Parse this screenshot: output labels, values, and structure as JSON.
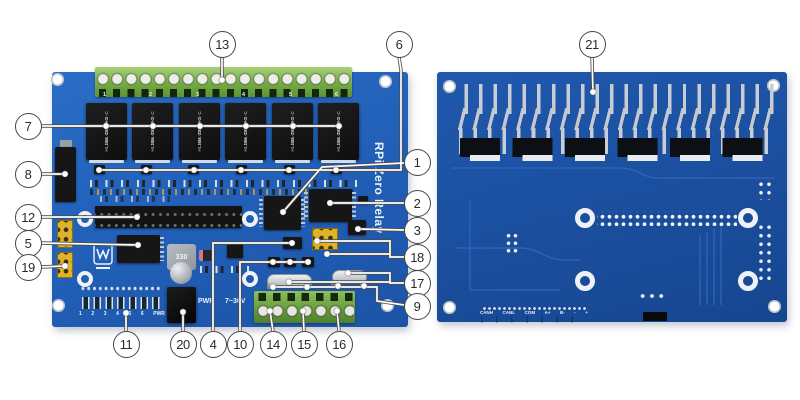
{
  "callouts": [
    "1",
    "2",
    "3",
    "4",
    "5",
    "6",
    "7",
    "8",
    "9",
    "10",
    "11",
    "12",
    "13",
    "14",
    "15",
    "16",
    "17",
    "18",
    "19",
    "20",
    "21"
  ],
  "front": {
    "title_silk": "RPi Zero Relay",
    "relay_numbers": [
      "1",
      "2",
      "3",
      "4",
      "5",
      "6"
    ],
    "relay_label": "HLS8L-DC5V-S-C",
    "relay_sub": "10A 250VAC",
    "led_labels": [
      "1",
      "2",
      "3",
      "4",
      "5",
      "6",
      "PWR"
    ],
    "silk_pwr": "PWR",
    "silk_voltage": "7~36V",
    "inductor_label": "330"
  },
  "back": {
    "terminal_labels": [
      "CANH",
      "CANL",
      "COM",
      "A+",
      "B-",
      "-",
      "+"
    ]
  },
  "colors": {
    "pcb_front": "#2261ba",
    "pcb_back": "#1b4f9f",
    "terminal_green": "#72ab45",
    "jumper_yellow": "#ddb32b",
    "relay_black": "#161616",
    "callout_stroke": "#474747"
  }
}
